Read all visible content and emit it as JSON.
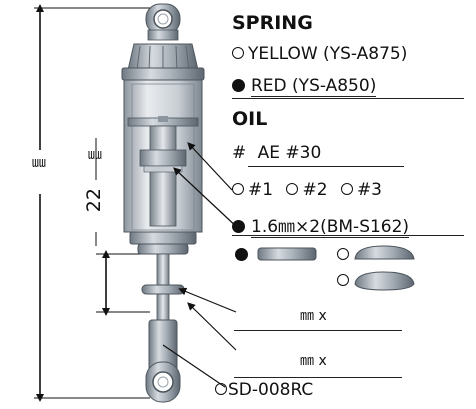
{
  "spring": {
    "heading": "SPRING",
    "option_yellow": "YELLOW (YS-A875)",
    "option_red": "RED (YS-A850)",
    "selected": "RED (YS-A850)"
  },
  "oil": {
    "heading": "OIL",
    "hash": "#",
    "value": "AE #30"
  },
  "piston": {
    "option_1": "#1",
    "option_2": "#2",
    "option_3": "#3",
    "selected_label": "1.6㎜×2(BM-S162)"
  },
  "fields": {
    "limiter_unit": "㎜ x",
    "spacer_unit": "㎜ x"
  },
  "rod_end": {
    "label": "SD-008RC"
  },
  "dimensions": {
    "overall_unit": "㎜",
    "body_unit": "㎜",
    "stroke_value": "22"
  },
  "colors": {
    "accent_red": "#d63a3a",
    "metal": "#9aa3ad",
    "ink": "#111111"
  }
}
